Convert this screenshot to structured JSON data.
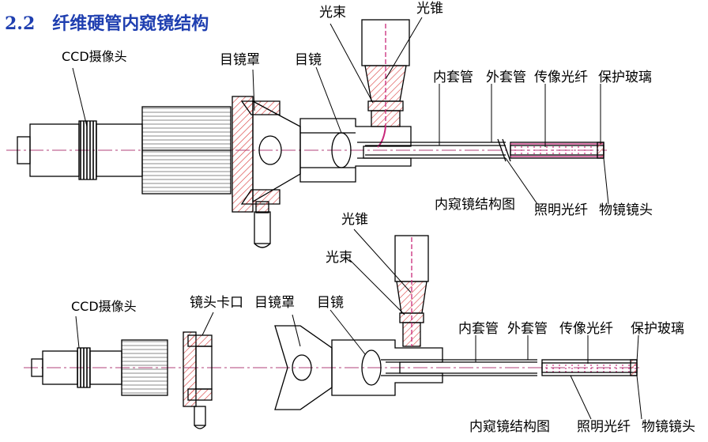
{
  "heading": {
    "number": "2.2",
    "title": "纤维硬管内窥镜结构"
  },
  "top_diagram": {
    "ccd_camera": "CCD摄像头",
    "eyepiece_cover": "目镜罩",
    "eyepiece": "目镜",
    "light_bundle": "光束",
    "light_cone": "光锥",
    "inner_tube": "内套管",
    "outer_tube": "外套管",
    "image_fiber": "传像光纤",
    "protective_glass": "保护玻璃",
    "caption": "内窥镜结构图",
    "illumination_fiber": "照明光纤",
    "objective_lens": "物镜镜头"
  },
  "bottom_diagram": {
    "light_cone": "光锥",
    "light_bundle": "光束",
    "ccd_camera": "CCD摄像头",
    "lens_mount": "镜头卡口",
    "eyepiece_cover": "目镜罩",
    "eyepiece": "目镜",
    "inner_tube": "内套管",
    "outer_tube": "外套管",
    "image_fiber": "传像光纤",
    "protective_glass": "保护玻璃",
    "caption": "内窥镜结构图",
    "illumination_fiber": "照明光纤",
    "objective_lens": "物镜镜头"
  },
  "colors": {
    "heading": "#1f3fb0",
    "line": "#000000",
    "hatch": "#d83a3a",
    "axis": "#b0407a",
    "fiber": "#c8287a"
  }
}
